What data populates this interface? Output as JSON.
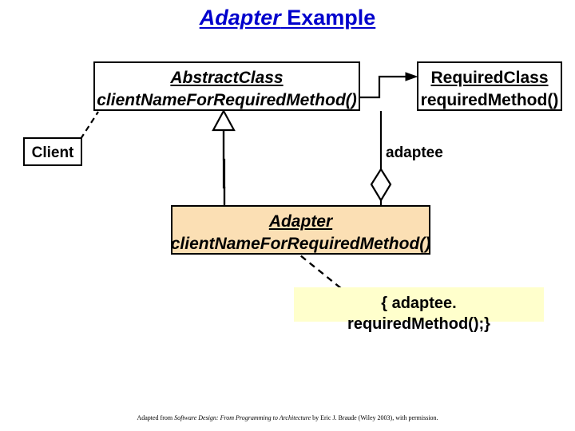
{
  "slide": {
    "title": {
      "emphasis": "Adapter",
      "rest": " Example",
      "color": "#0000CC"
    },
    "footer": {
      "prefix": "Adapted from ",
      "book": "Software Design: From Programming to Architecture",
      "suffix": " by Eric J. Braude (Wiley 2003), with permission."
    }
  },
  "boxes": {
    "abstract_class": {
      "name": "AbstractClass",
      "operation": "clientNameForRequiredMethod()",
      "fill": "#FFFFFF"
    },
    "required_class": {
      "name": "RequiredClass",
      "operation": "requiredMethod()",
      "fill": "#FFFFFF"
    },
    "client": {
      "name": "Client",
      "fill": "#FFFFFF"
    },
    "adapter": {
      "name": "Adapter",
      "operation": "clientNameForRequiredMethod()",
      "fill": "#FBDFB4"
    }
  },
  "note": {
    "line1": "{  adaptee.",
    "line2": "requiredMethod();}",
    "fill": "#FFFFCC"
  },
  "labels": {
    "adaptee": "adaptee"
  },
  "connectors": [
    {
      "name": "client-to-abstractclass",
      "kind": "dependency-dashed",
      "from": "Client",
      "to": "AbstractClass"
    },
    {
      "name": "abstractclass-to-requiredclass",
      "kind": "association-arrow",
      "from": "AbstractClass",
      "to": "RequiredClass"
    },
    {
      "name": "adapter-to-abstractclass",
      "kind": "generalization-hollow-triangle",
      "from": "Adapter",
      "to": "AbstractClass"
    },
    {
      "name": "adapter-to-requiredclass",
      "kind": "aggregation-hollow-diamond",
      "from": "Adapter",
      "to": "RequiredClass",
      "role": "adaptee"
    },
    {
      "name": "adapter-to-note",
      "kind": "note-anchor-dashed",
      "from": "Adapter",
      "to": "note"
    }
  ]
}
